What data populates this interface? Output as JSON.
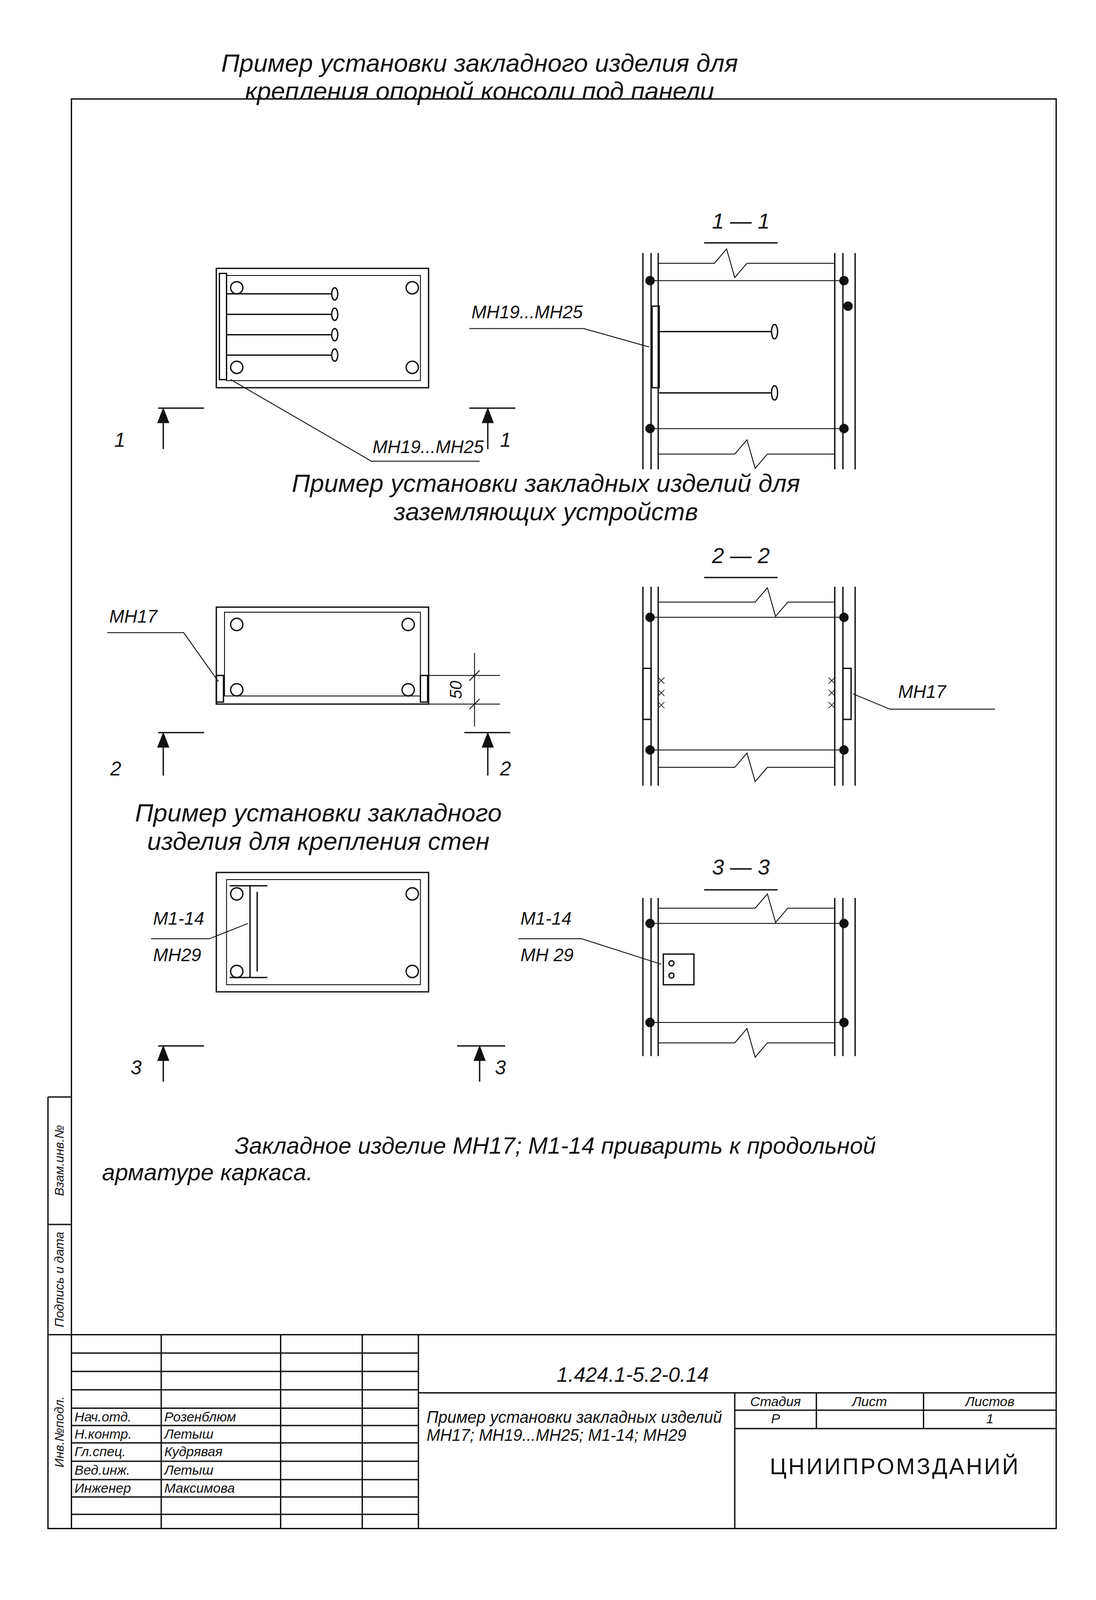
{
  "diagram": {
    "labels": [
      "Пример установки закладного изделия для крепления опорной консоли под панели",
      "1 — 1",
      "МН19...МН25",
      "МН19...МН25",
      "1",
      "1",
      "Пример установки закладных изделий для заземляющих устройств",
      "2 — 2",
      "МН17",
      "50",
      "МН17",
      "2",
      "2",
      "Пример установки закладного изделия для крепления стен",
      "3 — 3",
      "М1-14",
      "МН29",
      "М1-14",
      "МН 29",
      "3",
      "3",
      "Закладное изделие МН17; М1-14 приварить к продольной арматуре каркаса.",
      "1.424.1-5.2-0.14",
      "Нач.отд.",
      "Розенблюм",
      "Н.контр.",
      "Летыш",
      "Гл.спец.",
      "Кудрявая",
      "Вед.инж.",
      "Летыш",
      "Инженер",
      "Максимова",
      "Пример установки закладных изделий МН17; МН19...МН25; М1-14; МН29",
      "Стадия",
      "Лист",
      "Листов",
      "Р",
      "1",
      "ЦНИИПРОМЗДАНИЙ",
      "Взам.инв.№",
      "Подпись и дата",
      "Инв.№подл."
    ]
  }
}
